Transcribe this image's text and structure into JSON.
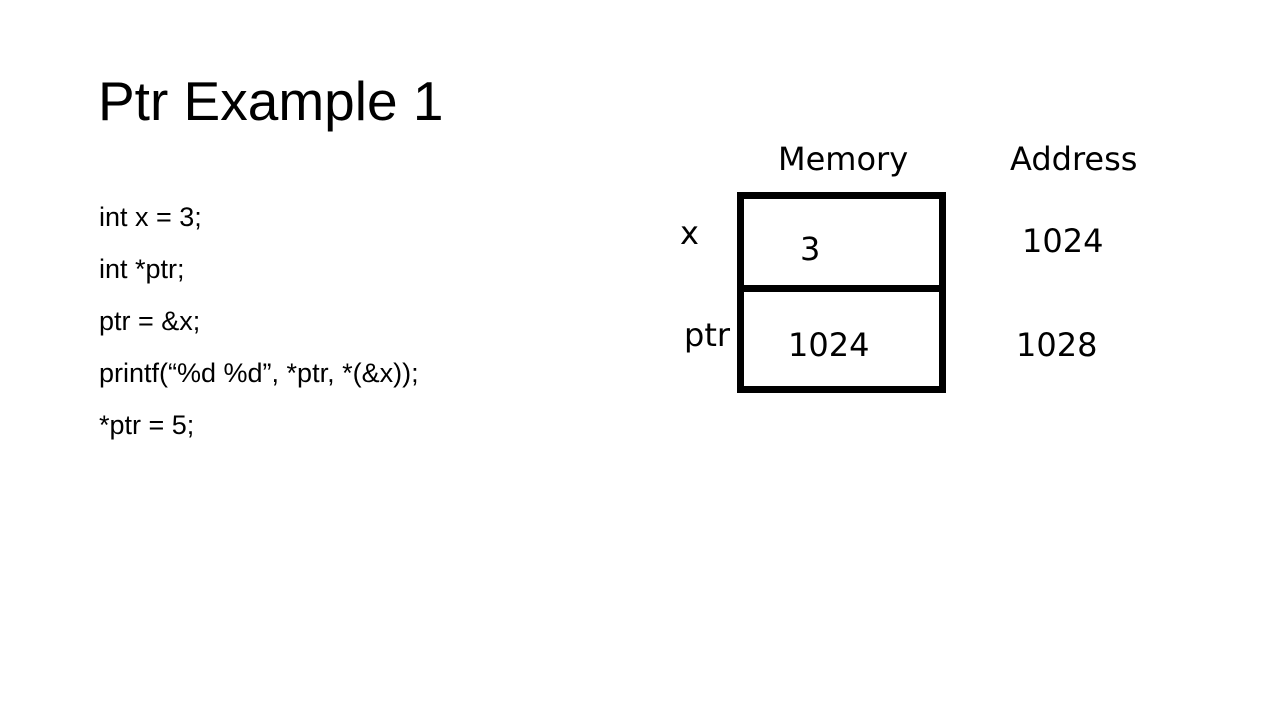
{
  "slide": {
    "title": "Ptr Example 1",
    "code_lines": [
      "int x = 3;",
      "int *ptr;",
      "ptr = &x;",
      "printf(“%d %d”, *ptr, *(&x));",
      "*ptr = 5;"
    ]
  },
  "diagram": {
    "headers": {
      "memory": "Memory",
      "address": "Address"
    },
    "rows": [
      {
        "variable": "x",
        "value": "3",
        "address": "1024"
      },
      {
        "variable": "ptr",
        "value": "1024",
        "address": "1028"
      }
    ]
  }
}
